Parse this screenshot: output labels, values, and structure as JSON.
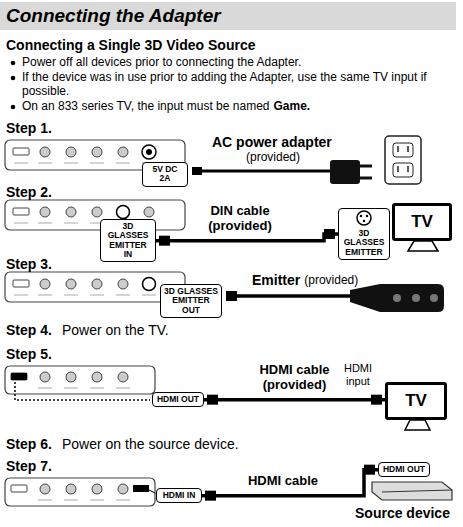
{
  "diagram": {
    "title": "Connecting the Adapter",
    "nodes": [
      {
        "text": [
          "5V DC 2A"
        ]
      },
      {
        "text": [
          "3D GLASSES EMITTER IN"
        ]
      },
      {
        "text": [
          "3D GLASSES EMITTER"
        ]
      },
      {
        "text": [
          "TV"
        ]
      },
      {
        "text": [
          "3D GLASSES EMITTER OUT"
        ]
      },
      {
        "text": [
          "HDMI OUT"
        ]
      },
      {
        "text": [
          "TV"
        ]
      },
      {
        "text": [
          "HDMI IN"
        ]
      },
      {
        "text": [
          "HDMI OUT"
        ]
      }
    ],
    "edges": [
      {
        "from": 1,
        "to": 2,
        "arrow": "none",
        "label": "DIN cable (provided)"
      },
      {
        "from": 5,
        "to": 6,
        "arrow": "none",
        "label": "HDMI cable (provided)"
      },
      {
        "from": 7,
        "to": 8,
        "arrow": "none",
        "label": "HDMI cable"
      }
    ],
    "labels": [
      "Connecting a Single 3D Video Source",
      "Power off all devices prior to connecting the Adapter.",
      "If the device was in use prior to adding the Adapter, use the same TV input if possible.",
      "On an 833 series TV, the input must be named",
      "Game.",
      "Step 1.",
      "AC power adapter",
      "(provided)",
      "Step 2.",
      "Step 3.",
      "Emitter",
      "(provided)",
      "Step 4.",
      "Power on the TV.",
      "Step 5.",
      "HDMI input",
      "Step 6.",
      "Power on the source device.",
      "Step 7.",
      "Source device"
    ]
  }
}
